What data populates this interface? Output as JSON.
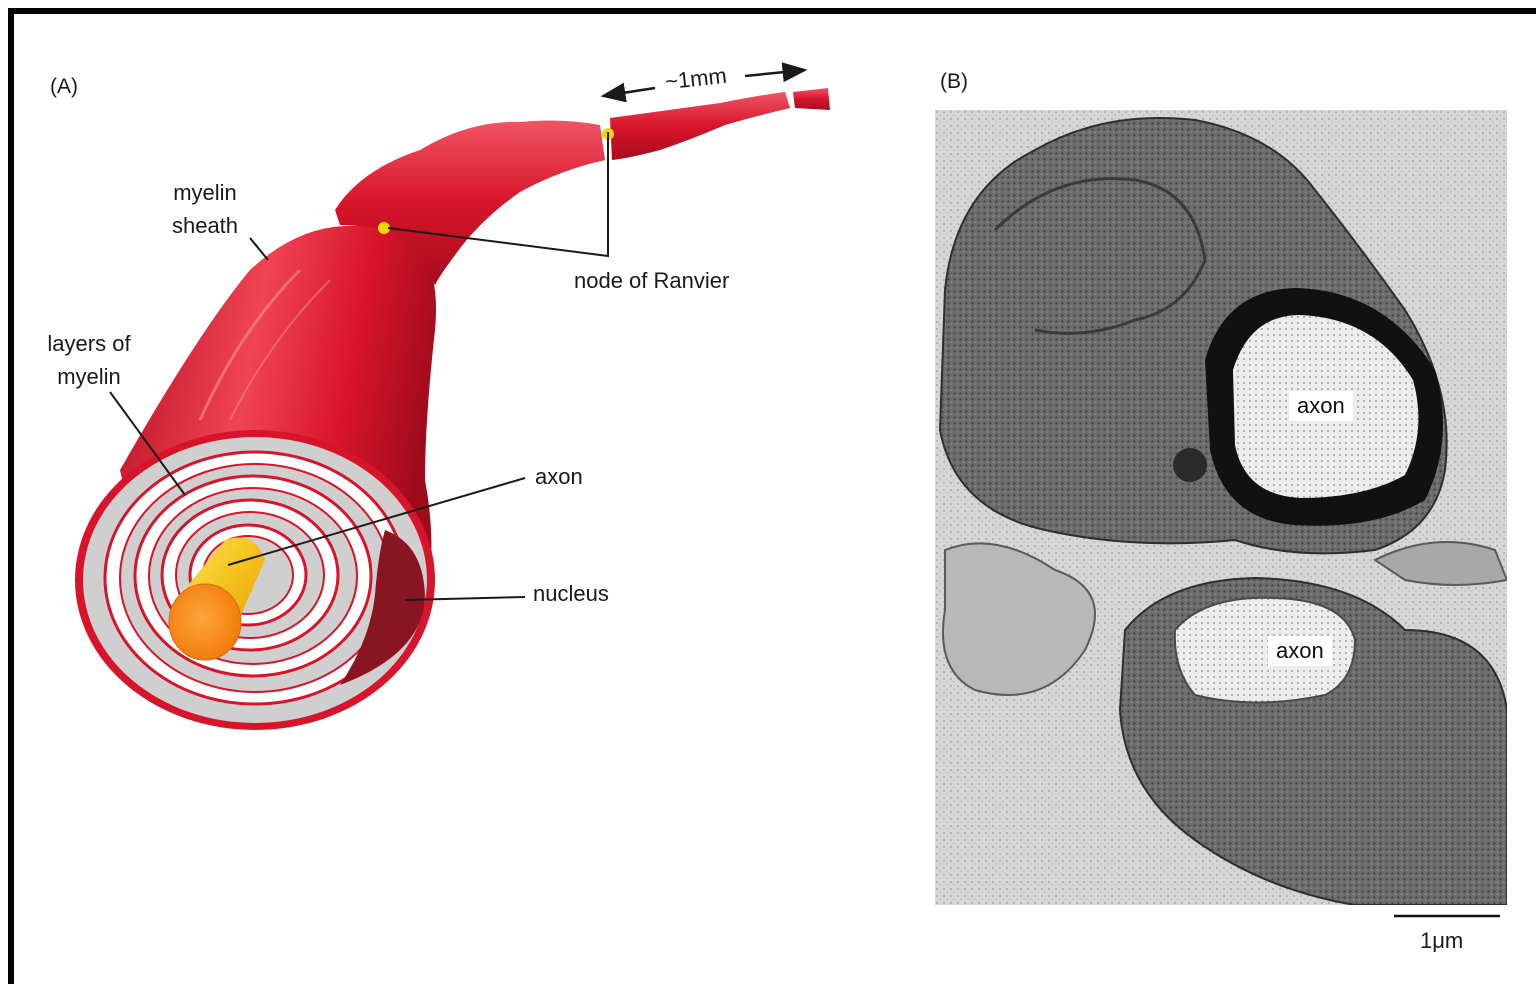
{
  "panel_a": {
    "tag": "(A)",
    "labels": {
      "scale": "~1mm",
      "myelin_sheath_line1": "myelin",
      "myelin_sheath_line2": "sheath",
      "node_of_ranvier": "node of Ranvier",
      "layers_line1": "layers of",
      "layers_line2": "myelin",
      "axon": "axon",
      "nucleus": "nucleus"
    }
  },
  "panel_b": {
    "tag": "(B)",
    "labels": {
      "axon_upper": "axon",
      "axon_lower": "axon",
      "scale_bar": "1μm"
    }
  },
  "colors": {
    "myelin_red": "#d8142a",
    "myelin_light": "#f45060",
    "myelin_dark": "#9e0a1a",
    "layer_gray": "#cfcfcf",
    "nucleus": "#8a1522",
    "axon_yellow": "#f4c21a",
    "axon_orange": "#f08c10",
    "node_yellow": "#f2d800",
    "em_background": "#d6d6d6",
    "em_cell": "#6c6c6c",
    "em_myelin": "#111111"
  }
}
